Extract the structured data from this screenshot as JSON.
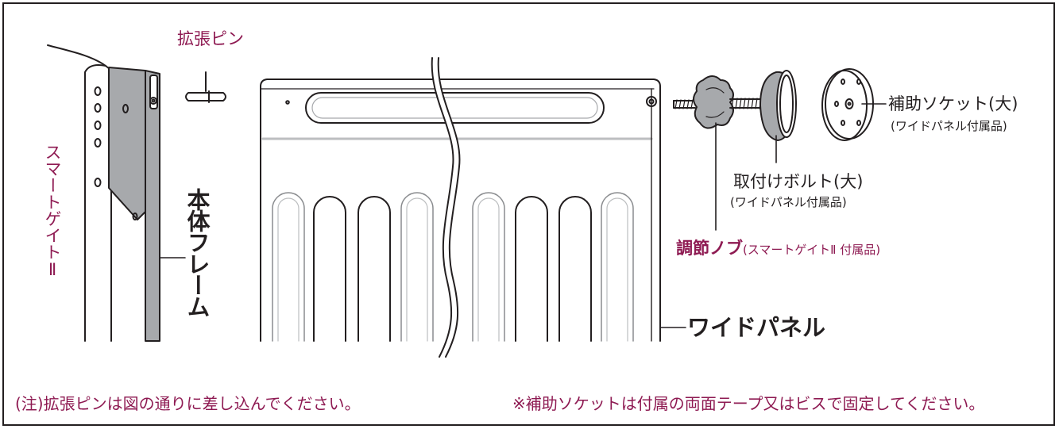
{
  "labels": {
    "expansion_pin": "拡張ピン",
    "smart_gate": "スマートゲイトⅡ",
    "main_frame": "本体フレーム",
    "wide_panel": "ワイドパネル",
    "knob": "調節ノブ",
    "knob_note": "(スマートゲイトⅡ 付属品)",
    "bolt": "取付けボルト(大)",
    "bolt_note": "(ワイドパネル付属品)",
    "socket": "補助ソケット(大)",
    "socket_note": "(ワイドパネル付属品)"
  },
  "notes": {
    "left": "(注)拡張ピンは図の通りに差し込んでください。",
    "right": "※補助ソケットは付属の両面テープ又はビスで固定してください。"
  },
  "colors": {
    "accent": "#8e1a52",
    "line": "#231f20",
    "frame_fill": "#a7a9ac"
  }
}
